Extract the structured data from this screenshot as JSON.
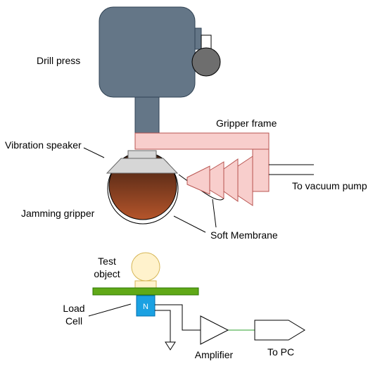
{
  "labels": {
    "drill_press": "Drill press",
    "gripper_frame": "Gripper frame",
    "vibration_speaker": "Vibration speaker",
    "to_vacuum_pump": "To vacuum pump",
    "jamming_gripper": "Jamming gripper",
    "soft_membrane": "Soft Membrane",
    "test_object_line1": "Test",
    "test_object_line2": "object",
    "load_cell_line1": "Load",
    "load_cell_line2": "Cell",
    "load_cell_mark": "N",
    "amplifier": "Amplifier",
    "to_pc": "To PC"
  },
  "colors": {
    "drill_body": "#647687",
    "frame_fill": "#f8cecc",
    "frame_stroke": "#b85450",
    "speaker_fill": "#d6d6d6",
    "gripper_dark": "#3b1d10",
    "gripper_light": "#b5552b",
    "test_object": "#fff2cc",
    "test_object_stroke": "#d6b656",
    "plate": "#60a917",
    "load_cell": "#1ba1e2",
    "signal_line": "#2ca02c"
  },
  "icons": [
    "ground-icon"
  ]
}
